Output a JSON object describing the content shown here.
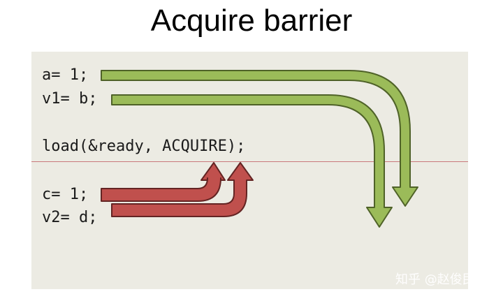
{
  "title": "Acquire barrier",
  "code_lines": {
    "line1": "a= 1;",
    "line2": "v1= b;",
    "line3": "load(&ready, ACQUIRE);",
    "line4": "c= 1;",
    "line5": "v2= d;"
  },
  "watermark": "知乎 @赵俊民",
  "colors": {
    "panel_bg": "#ecebe3",
    "barrier_line": "#c9787a",
    "green_arrow_fill": "#9bbb59",
    "green_arrow_stroke": "#4f6228",
    "red_arrow_fill": "#c0504d",
    "red_arrow_stroke": "#632423"
  }
}
